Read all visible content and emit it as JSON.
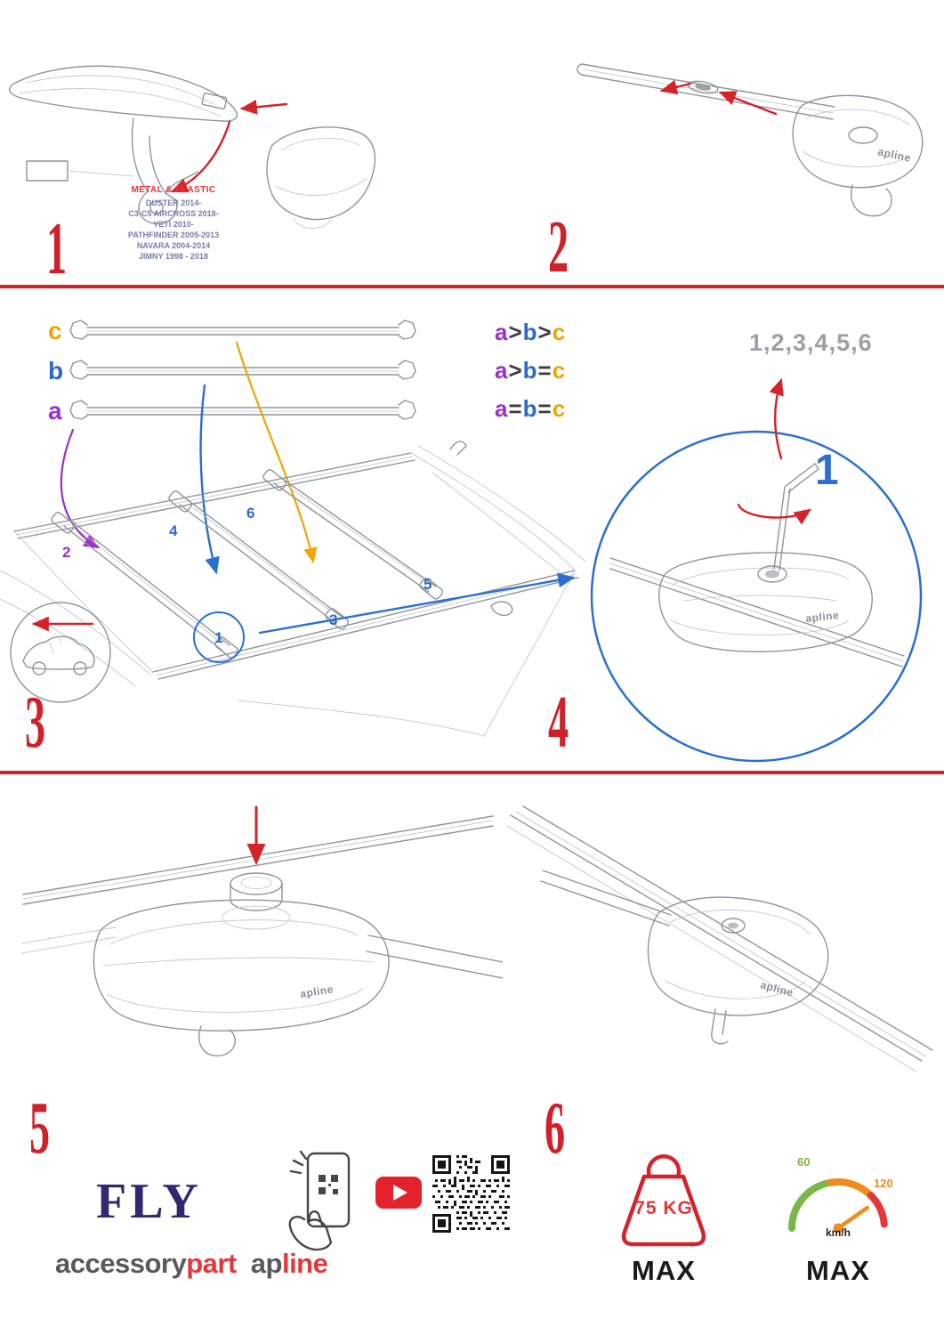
{
  "colors": {
    "red": "#d5222b",
    "blue": "#2a6fd1",
    "purple": "#9a30c9",
    "orange": "#f0a500",
    "navy": "#2d2a70",
    "gray_line": "#8e959b",
    "gray_sequence": "#9aa0a6",
    "green": "#7ab648",
    "speed_orange": "#f08c1e"
  },
  "step_numbers": {
    "s1": "1",
    "s2": "2",
    "s3": "3",
    "s4": "4",
    "s5": "5",
    "s6": "6"
  },
  "panel1": {
    "material": "METAL & PLASTIC",
    "models": [
      "DUSTER 2014-",
      "C3-C5 AIRCROSS 2018-",
      "YETI 2010-",
      "PATHFINDER 2005-2013",
      "NAVARA 2004-2014",
      "JIMNY 1998 - 2018"
    ]
  },
  "panel3": {
    "bar_labels": {
      "c": "c",
      "b": "b",
      "a": "a"
    },
    "legend": [
      {
        "p1": "a",
        "op1": ">",
        "p2": "b",
        "op2": ">",
        "p3": "c"
      },
      {
        "p1": "a",
        "op1": ">",
        "p2": "b",
        "op2": "=",
        "p3": "c"
      },
      {
        "p1": "a",
        "op1": "=",
        "p2": "b",
        "op2": "=",
        "p3": "c"
      }
    ],
    "positions": {
      "n1": "1",
      "n2": "2",
      "n3": "3",
      "n4": "4",
      "n5": "5",
      "n6": "6"
    }
  },
  "panel4": {
    "sequence": "1,2,3,4,5,6",
    "callout": "1"
  },
  "foot_logo": "apline",
  "footer": {
    "fly": "FLY",
    "brand_accessory": "accessory",
    "brand_part": "part",
    "brand_ap": "ap",
    "brand_line": "line",
    "weight_value": "75 KG",
    "weight_max": "MAX",
    "speed_low": "60",
    "speed_high": "120",
    "speed_unit": "km/h",
    "speed_max": "MAX"
  }
}
